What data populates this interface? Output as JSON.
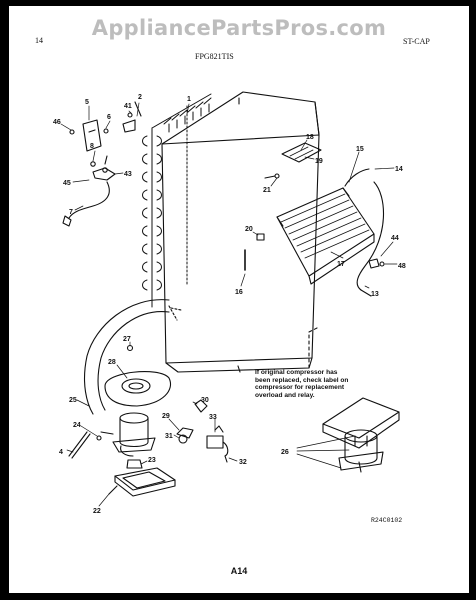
{
  "watermark": "AppliancePartsPros.com",
  "header": {
    "page_number": "14",
    "model": "FPG821TIS",
    "section": "ST-CAP"
  },
  "note": {
    "lines": [
      "If original compressor has",
      "been replaced, check label on",
      "compressor for replacement",
      "overload and relay."
    ]
  },
  "drawing_code": "R24C0102",
  "footer_page": "A14",
  "callouts": [
    "46",
    "5",
    "6",
    "41",
    "2",
    "1",
    "8",
    "43",
    "45",
    "7",
    "18",
    "19",
    "15",
    "14",
    "21",
    "20",
    "44",
    "48",
    "17",
    "13",
    "16",
    "27",
    "28",
    "25",
    "24",
    "4",
    "23",
    "22",
    "29",
    "30",
    "31",
    "33",
    "32",
    "26"
  ],
  "colors": {
    "ink": "#111111",
    "paper": "#ffffff",
    "background": "#000000",
    "watermark": "#bdbdbd"
  }
}
